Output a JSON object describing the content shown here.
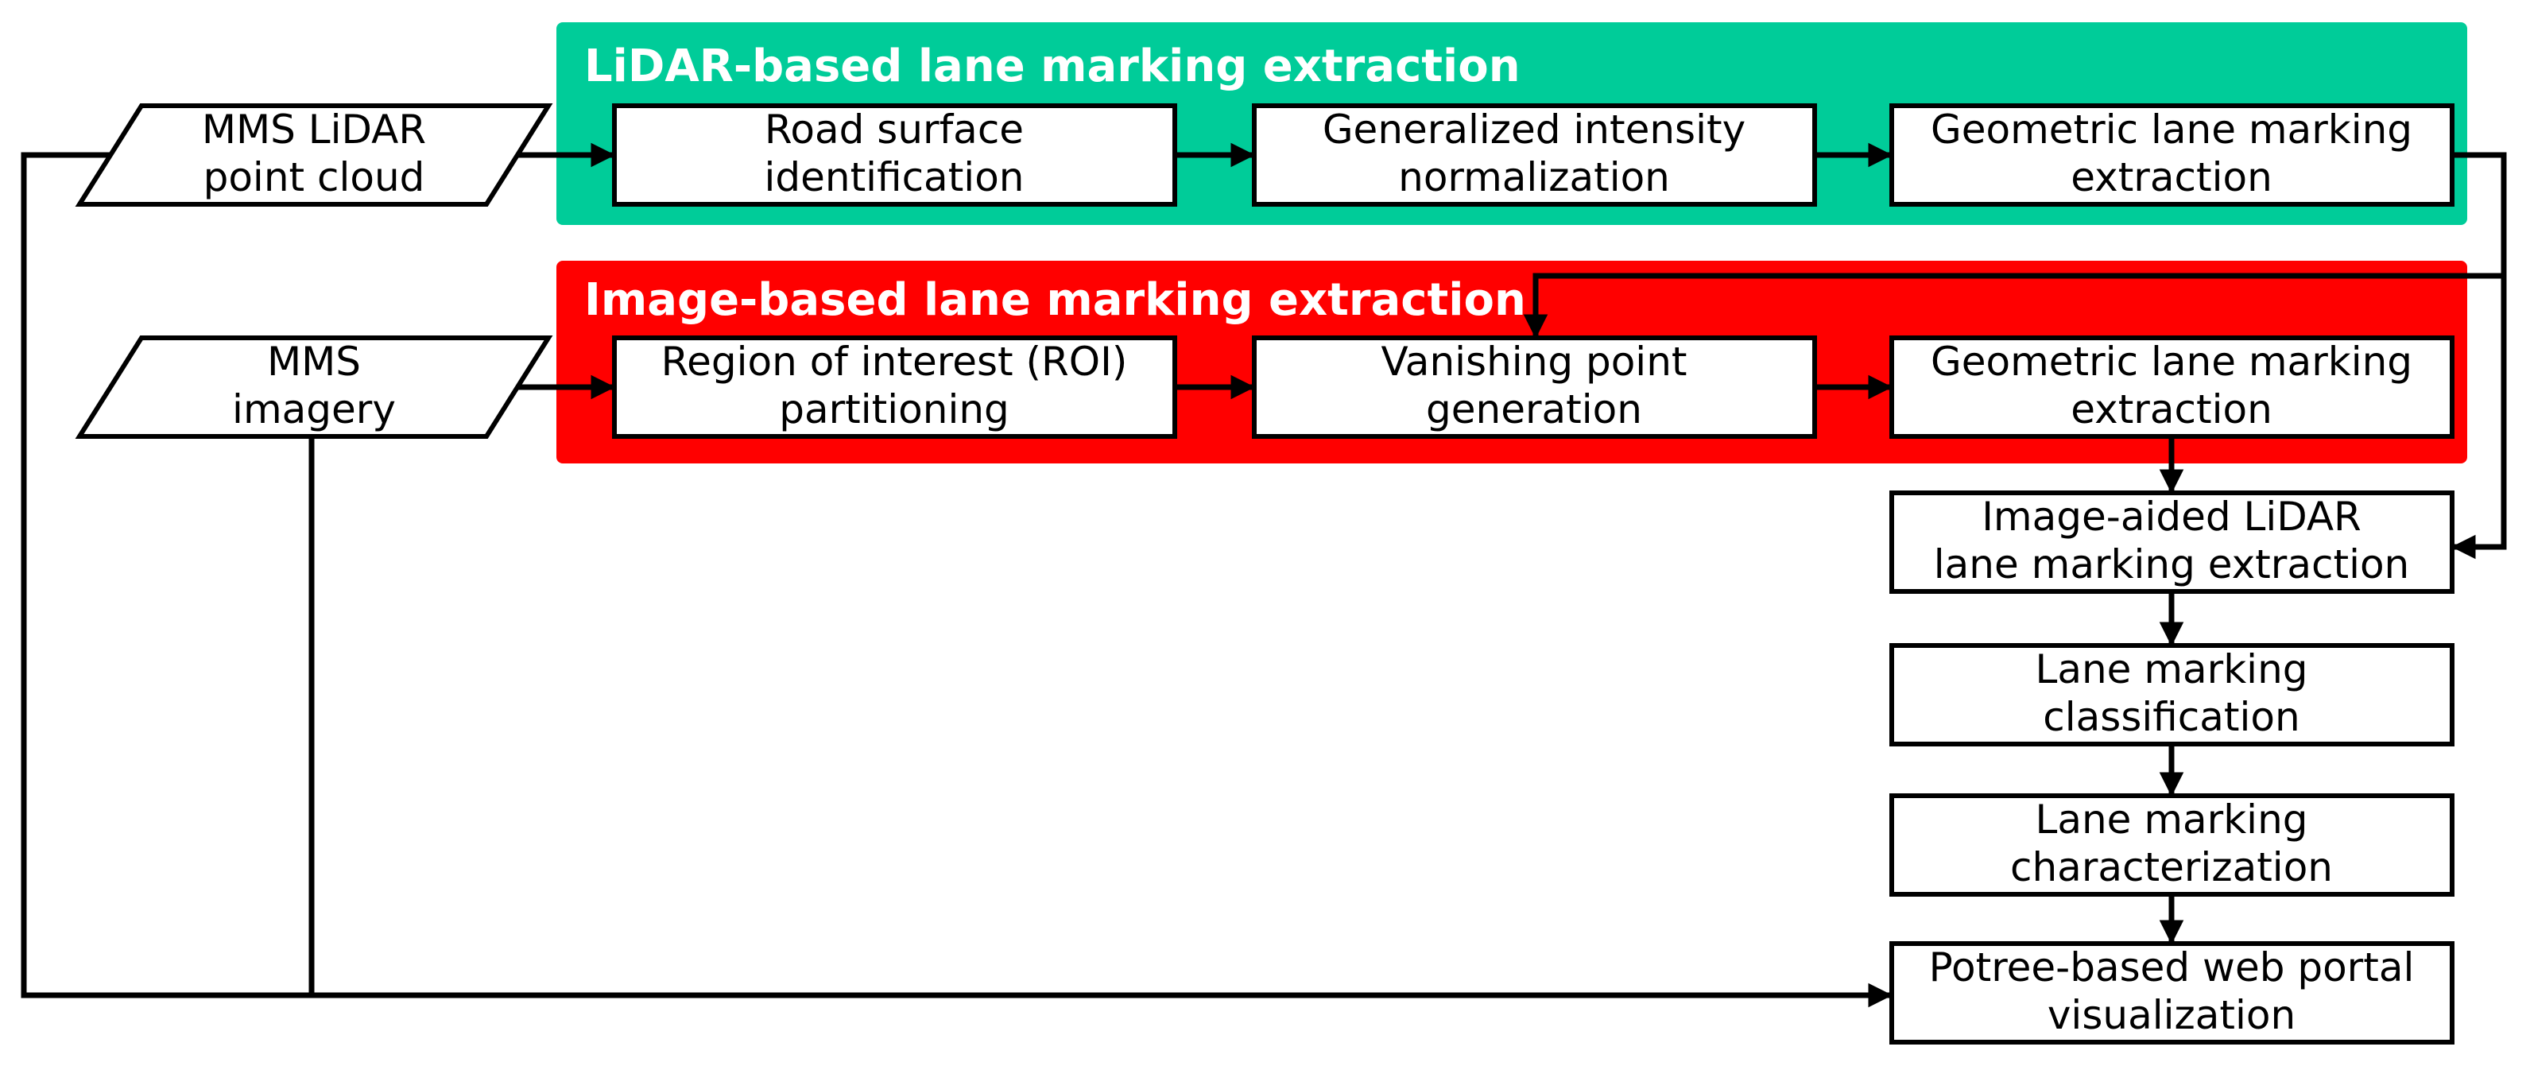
{
  "colors": {
    "lidar_panel": "#00cc99",
    "image_panel": "#ff0000",
    "panel_title": "#ffffff",
    "box_fill": "#ffffff",
    "line": "#000000"
  },
  "panels": {
    "lidar": {
      "title": "LiDAR-based lane marking extraction"
    },
    "image": {
      "title": "Image-based lane marking extraction"
    }
  },
  "inputs": {
    "lidar_point_cloud": {
      "lines": [
        "MMS LiDAR",
        "point cloud"
      ]
    },
    "imagery": {
      "lines": [
        "MMS",
        "imagery"
      ]
    }
  },
  "steps": {
    "road_surface": {
      "lines": [
        "Road surface",
        "identification"
      ]
    },
    "intensity_norm": {
      "lines": [
        "Generalized intensity",
        "normalization"
      ]
    },
    "lidar_geometric": {
      "lines": [
        "Geometric lane marking",
        "extraction"
      ]
    },
    "roi": {
      "lines": [
        "Region of interest (ROI)",
        "partitioning"
      ]
    },
    "vanishing": {
      "lines": [
        "Vanishing point",
        "generation"
      ]
    },
    "image_geometric": {
      "lines": [
        "Geometric lane marking",
        "extraction"
      ]
    },
    "image_aided": {
      "lines": [
        "Image-aided LiDAR",
        "lane marking extraction"
      ]
    },
    "classification": {
      "lines": [
        "Lane marking",
        "classification"
      ]
    },
    "characterization": {
      "lines": [
        "Lane marking",
        "characterization"
      ]
    },
    "portal": {
      "lines": [
        "Potree-based web portal",
        "visualization"
      ]
    }
  }
}
